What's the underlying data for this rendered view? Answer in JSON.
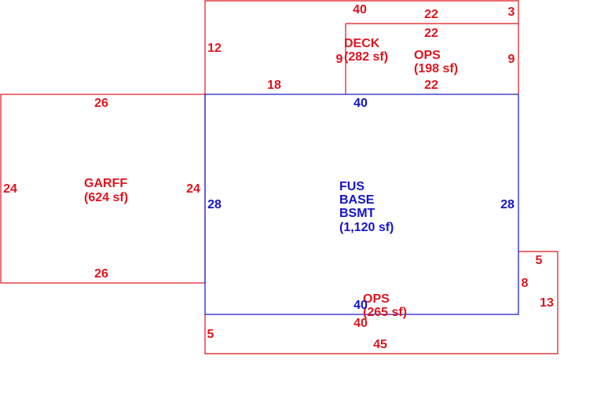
{
  "colors": {
    "exterior": "#e0141e",
    "main": "#1414c8",
    "background": "#ffffff"
  },
  "areas": {
    "garff": {
      "name": "GARFF",
      "area": "(624 sf)"
    },
    "deck": {
      "name": "DECK",
      "area": "(282 sf)"
    },
    "ops_top": {
      "name": "OPS",
      "area": "(198 sf)"
    },
    "main": {
      "line1": "FUS",
      "line2": "BASE",
      "line3": "BSMT",
      "area": "(1,120 sf)"
    },
    "ops_bottom": {
      "name": "OPS",
      "area": "(265 sf)"
    }
  },
  "dims": {
    "deck_top": "40",
    "deck_left": "12",
    "deck_bottom": "18",
    "deck_inner": "9",
    "deck_corner_right": "3",
    "ops_top_top": "22",
    "ops_top_top_inner": "22",
    "ops_top_right": "9",
    "ops_top_bottom": "22",
    "garff_top": "26",
    "garff_left": "24",
    "garff_right": "24",
    "garff_bottom": "26",
    "main_top": "40",
    "main_left": "28",
    "main_right": "28",
    "main_bottom": "40",
    "ops_bottom_top": "40",
    "ops_bottom_left": "5",
    "ops_bottom_bottom": "45",
    "ops_bottom_right": "13",
    "ops_bottom_notch_top": "5",
    "ops_bottom_notch_left": "8"
  }
}
